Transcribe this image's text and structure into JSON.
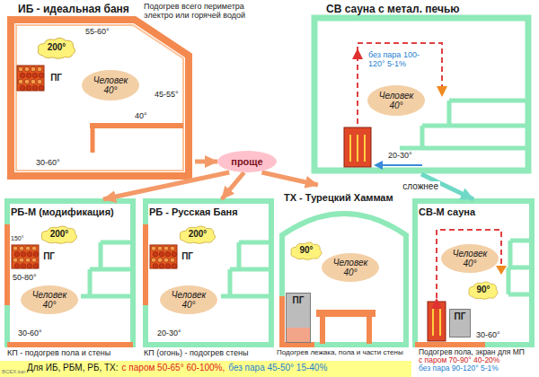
{
  "diagram": {
    "nodes": [
      {
        "text": [
          "ИБ - идеальная баня"
        ]
      },
      {
        "text": [
          "Человек 40°"
        ],
        "in": 0
      },
      {
        "text": [
          "ПГ"
        ],
        "in": 0
      },
      {
        "text": [
          "200°"
        ],
        "in": 0
      },
      {
        "text": [
          "СВ сауна с метал. печью"
        ]
      },
      {
        "text": [
          "Человек 40°"
        ],
        "in": 4
      },
      {
        "text": [
          "проще"
        ]
      },
      {
        "text": [
          "РБ-М (модификация)"
        ]
      },
      {
        "text": [
          "ПГ"
        ],
        "in": 7
      },
      {
        "text": [
          "200°"
        ],
        "in": 7
      },
      {
        "text": [
          "Человек 40°"
        ],
        "in": 7
      },
      {
        "text": [
          "РБ - Русская Баня"
        ]
      },
      {
        "text": [
          "ПГ"
        ],
        "in": 11
      },
      {
        "text": [
          "200°"
        ],
        "in": 11
      },
      {
        "text": [
          "Человек 40°"
        ],
        "in": 11
      },
      {
        "text": [
          "ТХ - Турецкий Хаммам"
        ]
      },
      {
        "text": [
          "90°"
        ],
        "in": 15
      },
      {
        "text": [
          "ПГ"
        ],
        "in": 15
      },
      {
        "text": [
          "Человек 40°"
        ],
        "in": 15
      },
      {
        "text": [
          "СВ-М сауна"
        ]
      },
      {
        "text": [
          "Человек 40°"
        ],
        "in": 19
      },
      {
        "text": [
          "90°"
        ],
        "in": 19
      },
      {
        "text": [
          "ПГ"
        ],
        "in": 19
      }
    ],
    "edges": [
      {
        "from": 0,
        "to": 6,
        "arrow": "to"
      },
      {
        "from": 6,
        "to": 7,
        "arrow": "to"
      },
      {
        "from": 6,
        "to": 11,
        "arrow": "to"
      },
      {
        "from": 6,
        "to": 15,
        "arrow": "to"
      },
      {
        "from": 4,
        "to": 19,
        "label": "сложнее",
        "arrow": "to"
      }
    ],
    "labels": [
      "Подогрев всего периметра электро или горячей водой",
      "55-60°",
      "45-55°",
      "40°",
      "30-60°",
      "без пара 100-120° 5-1%",
      "20-30°",
      "150°",
      "50-80°",
      "30-60°",
      "20-30°",
      "30-60°",
      "КП - подогрев пола и стены",
      "КП (огонь) - подогрев стены",
      "Подогрев лежака, пола и части стены",
      "Подогрев пола, экран для МП",
      "с паром 70-90° 40-20%",
      "без пара 90-120° 5-1%",
      "Для ИБ, РБМ, РБ, ТХ:",
      "с паром 50-65° 60-100%,",
      "без пара 45-50° 15-40%",
      "BCEX.kar"
    ]
  }
}
